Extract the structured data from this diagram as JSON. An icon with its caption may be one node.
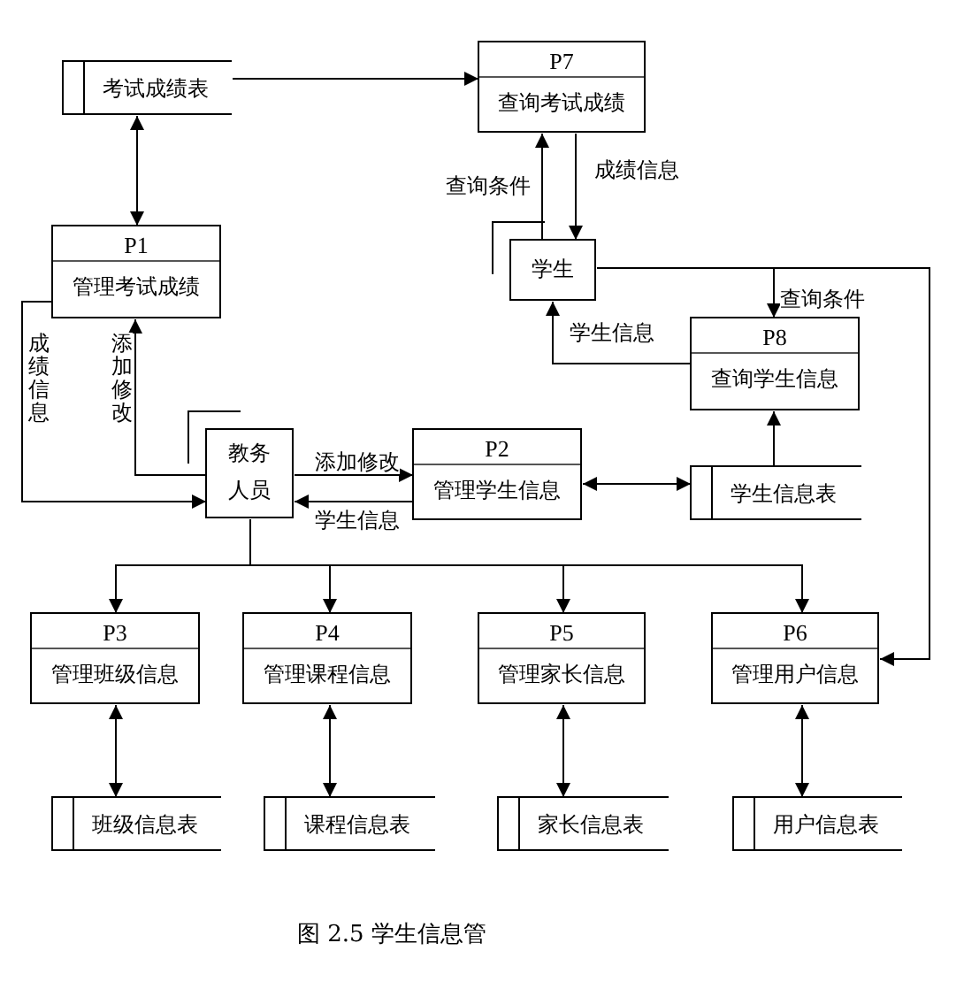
{
  "diagram": {
    "caption": "图 2.5 学生信息管",
    "nodes": [
      {
        "text": [
          "考试成绩表"
        ]
      },
      {
        "text": [
          "P7",
          "查询考试成绩"
        ]
      },
      {
        "text": [
          "P1",
          "管理考试成绩"
        ]
      },
      {
        "text": [
          "学生"
        ]
      },
      {
        "text": [
          "P8",
          "查询学生信息"
        ]
      },
      {
        "text": [
          "教务人员"
        ]
      },
      {
        "text": [
          "P2",
          "管理学生信息"
        ]
      },
      {
        "text": [
          "学生信息表"
        ]
      },
      {
        "text": [
          "P3",
          "管理班级信息"
        ]
      },
      {
        "text": [
          "P4",
          "管理课程信息"
        ]
      },
      {
        "text": [
          "P5",
          "管理家长信息"
        ]
      },
      {
        "text": [
          "P6",
          "管理用户信息"
        ]
      },
      {
        "text": [
          "班级信息表"
        ]
      },
      {
        "text": [
          "课程信息表"
        ]
      },
      {
        "text": [
          "家长信息表"
        ]
      },
      {
        "text": [
          "用户信息表"
        ]
      }
    ],
    "edges": [
      {
        "from": 0,
        "to": 1,
        "arrow": "to"
      },
      {
        "from": 0,
        "to": 2,
        "arrow": "both"
      },
      {
        "from": 3,
        "to": 1,
        "arrow": "to",
        "label": "查询条件"
      },
      {
        "from": 1,
        "to": 3,
        "arrow": "to",
        "label": "成绩信息"
      },
      {
        "from": 3,
        "to": 4,
        "arrow": "to",
        "label": "查询条件"
      },
      {
        "from": 3,
        "to": 11,
        "arrow": "to"
      },
      {
        "from": 4,
        "to": 3,
        "arrow": "to",
        "label": "学生信息"
      },
      {
        "from": 7,
        "to": 4,
        "arrow": "to"
      },
      {
        "from": 2,
        "to": 5,
        "arrow": "to",
        "label": "成绩信息"
      },
      {
        "from": 5,
        "to": 2,
        "arrow": "to",
        "label": "添加修改"
      },
      {
        "from": 5,
        "to": 6,
        "arrow": "to",
        "label": "添加修改"
      },
      {
        "from": 6,
        "to": 5,
        "arrow": "to",
        "label": "学生信息"
      },
      {
        "from": 6,
        "to": 7,
        "arrow": "both"
      },
      {
        "from": 5,
        "to": 8,
        "arrow": "to"
      },
      {
        "from": 5,
        "to": 9,
        "arrow": "to"
      },
      {
        "from": 5,
        "to": 10,
        "arrow": "to"
      },
      {
        "from": 5,
        "to": 11,
        "arrow": "to"
      },
      {
        "from": 8,
        "to": 12,
        "arrow": "both"
      },
      {
        "from": 9,
        "to": 13,
        "arrow": "both"
      },
      {
        "from": 10,
        "to": 14,
        "arrow": "both"
      },
      {
        "from": 11,
        "to": 15,
        "arrow": "both"
      }
    ]
  }
}
